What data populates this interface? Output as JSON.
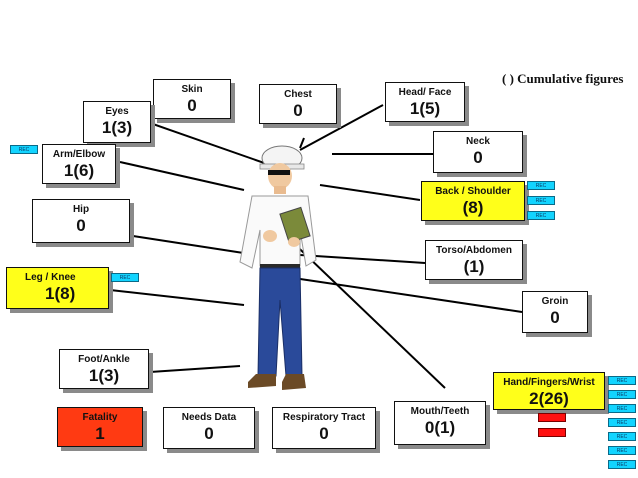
{
  "legend": "( ) Cumulative figures",
  "boxes": {
    "skin": {
      "label": "Skin",
      "value": "0"
    },
    "chest": {
      "label": "Chest",
      "value": "0"
    },
    "head_face": {
      "label": "Head/ Face",
      "value": "1(5)"
    },
    "eyes": {
      "label": "Eyes",
      "value": "1(3)"
    },
    "neck": {
      "label": "Neck",
      "value": "0"
    },
    "arm_elbow": {
      "label": "Arm/Elbow",
      "value": "1(6)"
    },
    "back_shoulder": {
      "label": "Back / Shoulder",
      "value": "(8)"
    },
    "hip": {
      "label": "Hip",
      "value": "0"
    },
    "torso_abdomen": {
      "label": "Torso/Abdomen",
      "value": "(1)"
    },
    "leg_knee": {
      "label": "Leg / Knee",
      "value": "1(8)"
    },
    "groin": {
      "label": "Groin",
      "value": "0"
    },
    "foot_ankle": {
      "label": "Foot/Ankle",
      "value": "1(3)"
    },
    "hand_fingers_wrist": {
      "label": "Hand/Fingers/Wrist",
      "value": "2(26)"
    },
    "fatality": {
      "label": "Fatality",
      "value": "1"
    },
    "needs_data": {
      "label": "Needs Data",
      "value": "0"
    },
    "respiratory_tract": {
      "label": "Respiratory Tract",
      "value": "0"
    },
    "mouth_teeth": {
      "label": "Mouth/Teeth",
      "value": "0(1)"
    }
  },
  "rec_tag": "REC",
  "colors": {
    "highlight": "#ffff1a",
    "fatality": "#ff3a12",
    "rec": "#12d4ff",
    "rec_red": "#ff1010"
  }
}
